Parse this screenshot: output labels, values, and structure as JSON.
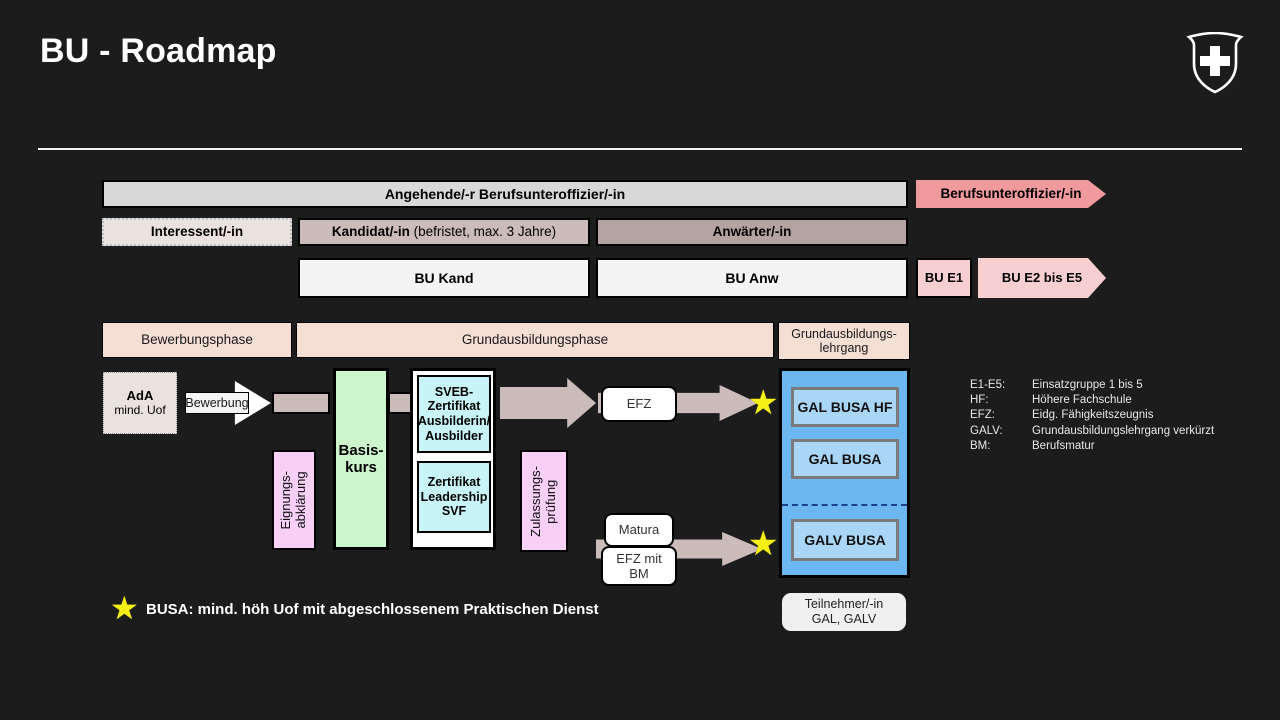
{
  "header": {
    "title": "BU - Roadmap",
    "logo_icon": "swiss-shield-cross-icon"
  },
  "rows": {
    "status_top": [
      {
        "label": "Angehende/-r Berufsunteroffizier/-in",
        "color": "#d8d8d8"
      },
      {
        "label": "Berufsunteroffizier/-in",
        "color": "#f09a9d"
      }
    ],
    "status_mid": [
      {
        "label": "Interessent/-in",
        "color": "#e9e2df"
      },
      {
        "label_bold": "Kandidat/-in",
        "label_rest": " (befristet, max. 3 Jahre)",
        "color": "#cbbcba"
      },
      {
        "label": "Anwärter/-in",
        "color": "#b5a3a1"
      }
    ],
    "bu_row": [
      {
        "label": "BU Kand",
        "color": "#f4f4f4"
      },
      {
        "label": "BU Anw",
        "color": "#f4f4f4"
      },
      {
        "label": "BU E1",
        "color": "#f7cfd1"
      },
      {
        "label": "BU E2 bis E5",
        "color": "#f7cfd1"
      }
    ],
    "phases": [
      {
        "label": "Bewerbungsphase"
      },
      {
        "label": "Grundausbildungsphase"
      },
      {
        "label": "Grundausbildungs-lehrgang"
      }
    ]
  },
  "diagram": {
    "ada": {
      "line1": "AdA",
      "line2": "mind. Uof"
    },
    "bewerbung_arrow_label": "Bewerbung",
    "eignungsabklaerung": "Eignungs-\nabklärung",
    "basiskurs_line1": "Basis-",
    "basiskurs_line2": "kurs",
    "cert1": "SVEB-\nZertifikat\nAusbilderin/\nAusbilder",
    "cert2": "Zertifikat\nLeadership\nSVF",
    "zulassungspruefung": "Zulassungs-\nprüfung",
    "efz": "EFZ",
    "matura": "Matura",
    "efz_mit_bm": "EFZ  mit\nBM",
    "blue_boxes": [
      {
        "label": "GAL BUSA HF"
      },
      {
        "label": "GAL BUSA"
      },
      {
        "label": "GALV BUSA"
      }
    ],
    "teilnehmer": "Teilnehmer/-in\nGAL, GALV",
    "star_icon": "yellow-star-icon"
  },
  "legend": [
    {
      "key": "E1-E5:",
      "value": "Einsatzgruppe 1 bis 5"
    },
    {
      "key": "HF:",
      "value": "Höhere Fachschule"
    },
    {
      "key": "EFZ:",
      "value": "Eidg. Fähigkeitszeugnis"
    },
    {
      "key": "GALV:",
      "value": "Grundausbildungslehrgang verkürzt"
    },
    {
      "key": "BM:",
      "value": "Berufsmatur"
    }
  ],
  "footnote": {
    "star_icon": "yellow-star-icon",
    "text": "BUSA: mind. höh Uof mit abgeschlossenem Praktischen Dienst"
  },
  "colors": {
    "background": "#1c1c1c",
    "pink_accent": "#f09a9d",
    "light_pink": "#f7cfd1",
    "mauve": "#cbbcba",
    "peach": "#f5ded4",
    "green": "#ccf5cc",
    "cyan": "#c9f4f7",
    "magenta": "#f7cff7",
    "blue": "#6cb7ef",
    "light_blue": "#a9d5f7",
    "star_yellow": "#f7f017"
  }
}
